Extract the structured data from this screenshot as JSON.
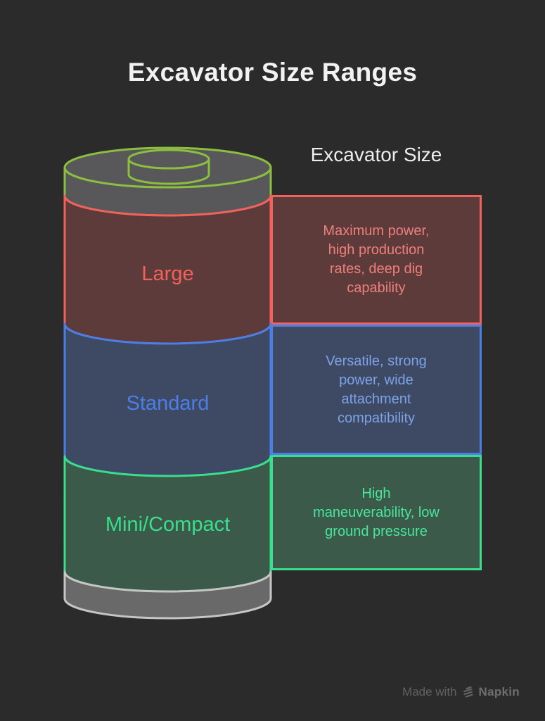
{
  "title": "Excavator Size Ranges",
  "column_header": "Excavator Size",
  "segments": [
    {
      "id": "large",
      "label": "Large",
      "description": "Maximum power,\nhigh production\nrates, deep dig\ncapability",
      "accent": "#F4615C",
      "fill": "#5D3B3A",
      "text_color": "#EE7F7B"
    },
    {
      "id": "standard",
      "label": "Standard",
      "description": "Versatile, strong\npower, wide\nattachment\ncompatibility",
      "accent": "#4A7FE8",
      "fill": "#3E4A63",
      "text_color": "#7CA2E8"
    },
    {
      "id": "mini",
      "label": "Mini/Compact",
      "description": "High\nmaneuverability, low\nground pressure",
      "accent": "#38DF8D",
      "fill": "#3B5A49",
      "text_color": "#47E69C"
    }
  ],
  "colors": {
    "bg": "#2B2B2B",
    "cap_accent": "#8CBF3F",
    "cap_fill": "#58585A",
    "base_fill": "#696969",
    "base_accent": "#C6C6C6"
  },
  "footer": {
    "made_with": "Made with",
    "brand": "Napkin",
    "logo_icon": "napkin-logo-icon"
  }
}
